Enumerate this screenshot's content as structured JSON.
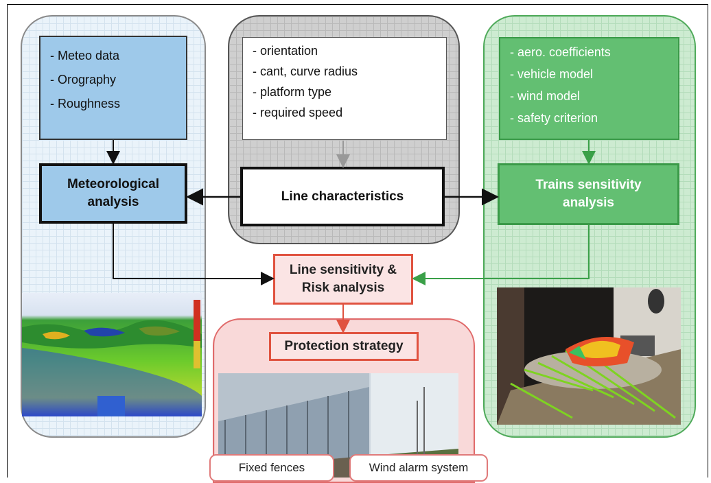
{
  "meteo_inputs": [
    "- Meteo data",
    "- Orography",
    "- Roughness"
  ],
  "line_inputs": [
    "- orientation",
    "- cant, curve radius",
    "- platform type",
    "- required speed"
  ],
  "train_inputs": [
    "- aero. coefficients",
    "- vehicle model",
    "- wind model",
    "- safety criterion"
  ],
  "nodes": {
    "meteorological": "Meteorological analysis",
    "line_characteristics": "Line characteristics",
    "trains_sensitivity": "Trains sensitivity analysis",
    "risk": "Line sensitivity & Risk analysis",
    "protection": "Protection strategy"
  },
  "protection_options": {
    "fixed_fences": "Fixed fences",
    "wind_alarm": "Wind alarm system"
  },
  "colors": {
    "blue": "#9ec9ea",
    "green": "#63bf72",
    "red": "#e0523f",
    "gray": "#cfcfcf"
  }
}
